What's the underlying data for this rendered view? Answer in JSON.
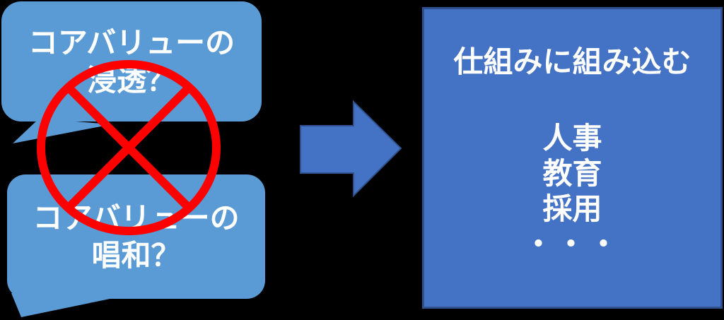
{
  "diagram": {
    "background_color": "#000000",
    "colors": {
      "bubble_fill": "#5B9BD5",
      "box_fill": "#4472C4",
      "box_border": "#2F528F",
      "arrow_fill": "#4472C4",
      "arrow_border": "#2F528F",
      "prohibition_red": "#FE0000",
      "text": "#FFFFFF"
    },
    "bubbles": [
      {
        "line1": "コアバリューの",
        "line2": "浸透？"
      },
      {
        "line1": "コアバリューの",
        "line2": "唱和？"
      }
    ],
    "prohibition": {
      "meaning": "crossed-out-circle"
    },
    "arrow": {
      "direction": "right"
    },
    "box": {
      "title": "仕組みに組み込む",
      "items": [
        "人事",
        "教育",
        "採用",
        "・・・"
      ]
    }
  }
}
